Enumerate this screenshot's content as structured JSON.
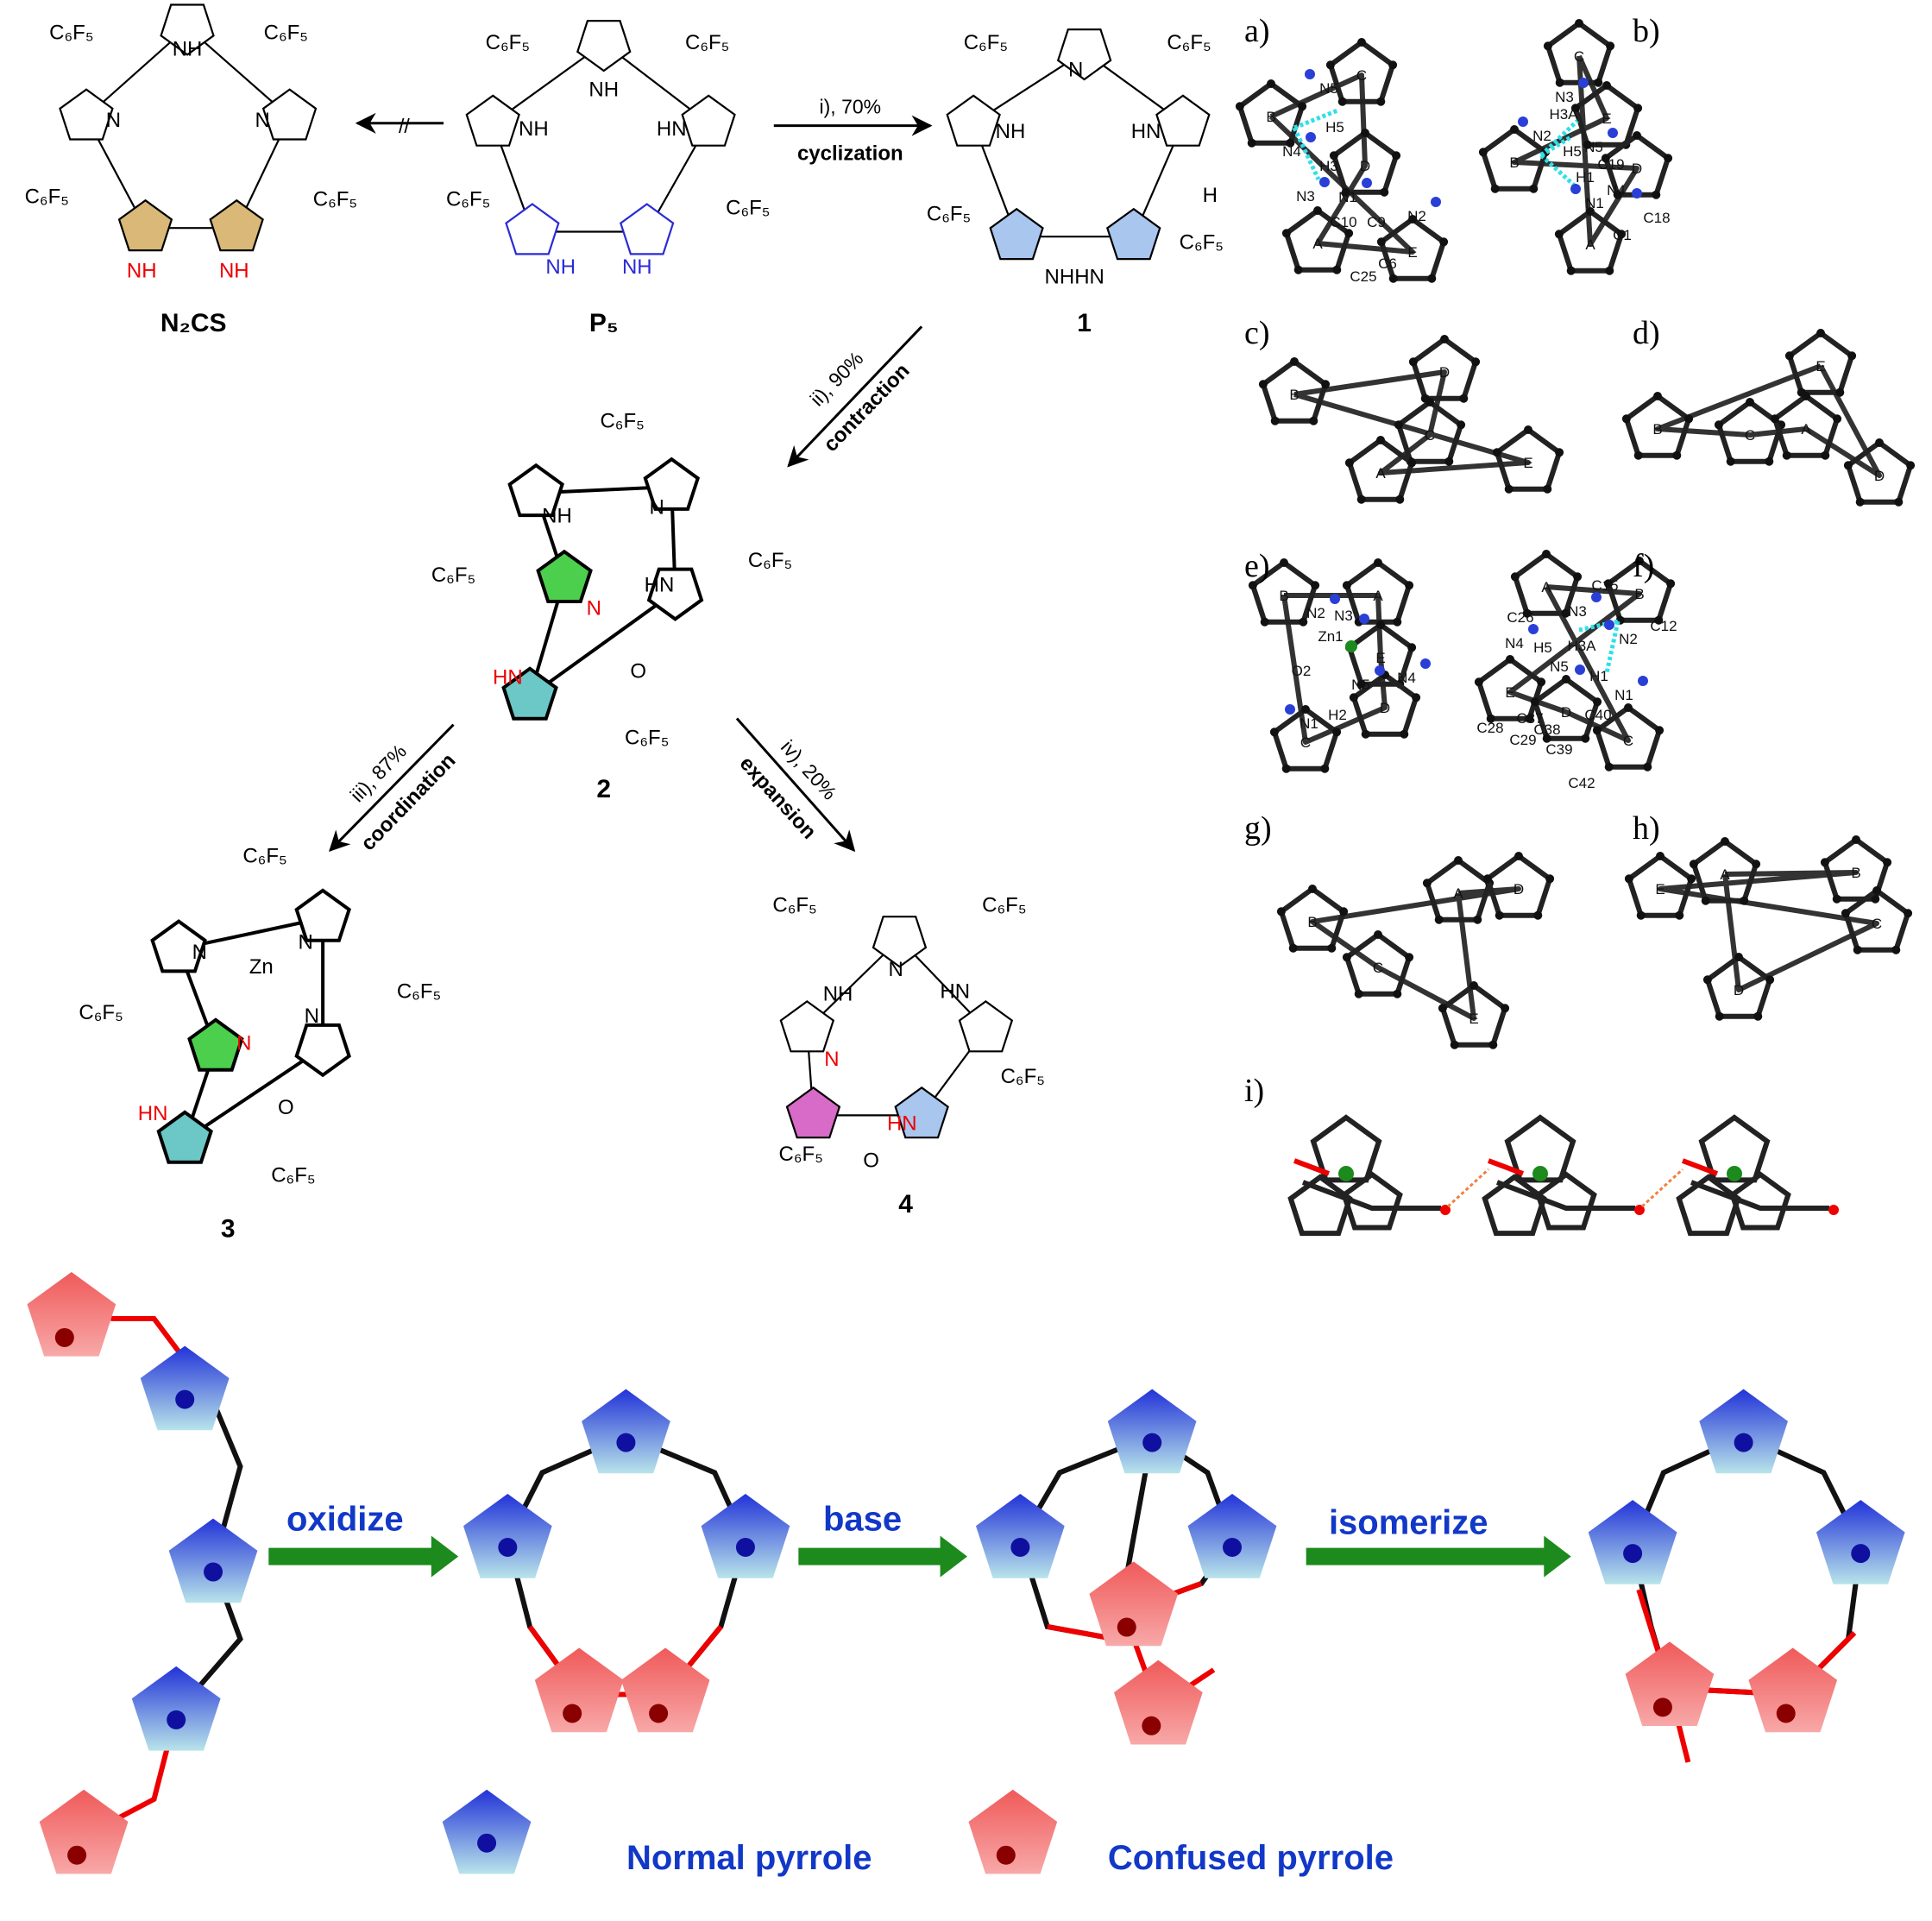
{
  "colors": {
    "normal_pyrrole": "#2a3fd6",
    "confused_pyrrole": "#e84b4b",
    "arrow_green": "#1c8a1c",
    "label_blue": "#1238c8",
    "tan": "#d9b878",
    "green": "#4ccf4c",
    "teal": "#6cc7c7",
    "light_blue": "#a9c6ee",
    "pink": "#d86ac8",
    "hbond": "#2fe0e8"
  },
  "compounds": {
    "n2cs": "N₂CS",
    "p5": "P₅",
    "c1": "1",
    "c2": "2",
    "c3": "3",
    "c4": "4"
  },
  "reactions": {
    "blocked": "//",
    "i": {
      "cond": "i), 70%",
      "name": "cyclization"
    },
    "ii": {
      "cond": "ii), 90%",
      "name": "contraction"
    },
    "iii": {
      "cond": "iii), 87%",
      "name": "coordination"
    },
    "iv": {
      "cond": "iv), 20%",
      "name": "expansion"
    }
  },
  "molecules": {
    "n2cs": {
      "labels": [
        "C₆F₅",
        "C₆F₅",
        "C₆F₅",
        "C₆F₅",
        "NH",
        "N",
        "N",
        "NH",
        "NH"
      ]
    },
    "p5": {
      "labels": [
        "C₆F₅",
        "C₆F₅",
        "C₆F₅",
        "C₆F₅",
        "NH",
        "NH",
        "HN",
        "NH",
        "NH"
      ]
    },
    "c1": {
      "labels": [
        "C₆F₅",
        "C₆F₅",
        "C₆F₅",
        "C₆F₅",
        "N",
        "NH",
        "HN",
        "H",
        "NHHN"
      ]
    },
    "c2": {
      "labels": [
        "C₆F₅",
        "C₆F₅",
        "C₆F₅",
        "C₆F₅",
        "NH",
        "N",
        "HN",
        "N",
        "HN",
        "O"
      ]
    },
    "c3": {
      "labels": [
        "C₆F₅",
        "C₆F₅",
        "C₆F₅",
        "C₆F₅",
        "N",
        "Zn",
        "N",
        "N",
        "N",
        "HN",
        "O"
      ]
    },
    "c4": {
      "labels": [
        "C₆F₅",
        "C₆F₅",
        "C₆F₅",
        "C₆F₅",
        "N",
        "NH",
        "HN",
        "N",
        "HN",
        "O"
      ]
    }
  },
  "panels": {
    "a": {
      "label": "a)",
      "atoms": [
        "B",
        "N5",
        "C",
        "H5",
        "N4",
        "H3",
        "D",
        "N1",
        "N3",
        "C10",
        "C9",
        "N2",
        "A",
        "E",
        "C6",
        "C25"
      ]
    },
    "b": {
      "label": "b)",
      "atoms": [
        "C",
        "N3",
        "H3A",
        "E",
        "N2",
        "H5",
        "N5",
        "B",
        "C19",
        "D",
        "H1",
        "N4",
        "N1",
        "C18",
        "C1",
        "A"
      ]
    },
    "c": {
      "label": "c)",
      "atoms": [
        "B",
        "D",
        "C",
        "A",
        "E"
      ]
    },
    "d": {
      "label": "d)",
      "atoms": [
        "E",
        "B",
        "C",
        "A",
        "D"
      ]
    },
    "e": {
      "label": "e)",
      "atoms": [
        "B",
        "A",
        "N2",
        "N3",
        "Zn1",
        "E",
        "O2",
        "N5",
        "N4",
        "H2",
        "D",
        "N1",
        "C"
      ]
    },
    "f": {
      "label": "f)",
      "atoms": [
        "A",
        "C15",
        "B",
        "N3",
        "C26",
        "H3A",
        "N2",
        "C12",
        "N4",
        "H5",
        "N5",
        "H1",
        "N1",
        "E",
        "D",
        "C40",
        "C37",
        "C28",
        "C38",
        "C29",
        "C39",
        "C",
        "C42"
      ]
    },
    "g": {
      "label": "g)",
      "atoms": [
        "A",
        "D",
        "B",
        "C",
        "E"
      ]
    },
    "h": {
      "label": "h)",
      "atoms": [
        "A",
        "B",
        "E",
        "C",
        "D"
      ]
    },
    "i": {
      "label": "i)",
      "atoms": []
    }
  },
  "bottom": {
    "steps": [
      "oxidize",
      "base",
      "isomerize"
    ],
    "legend": {
      "normal": "Normal pyrrole",
      "confused": "Confused pyrrole"
    }
  }
}
